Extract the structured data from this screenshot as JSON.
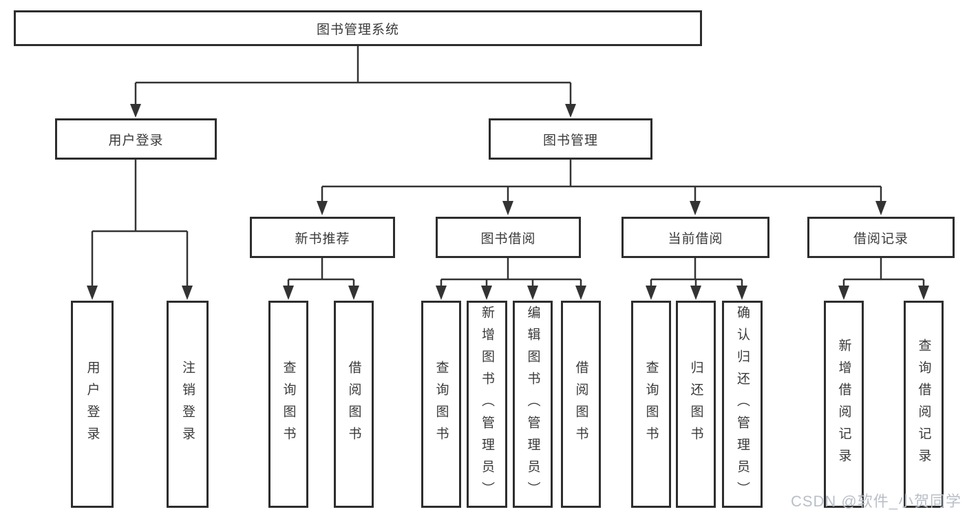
{
  "diagram": {
    "colors": {
      "line": "#333333",
      "box_border": "#2d2d2d",
      "text": "#3a3a3a",
      "watermark": "#b9bfc7"
    },
    "watermark": "CSDN @软件_小贺同学",
    "tree": {
      "label": "图书管理系统",
      "children": [
        {
          "label": "用户登录",
          "children": [
            {
              "label": "用户登录"
            },
            {
              "label": "注销登录"
            }
          ]
        },
        {
          "label": "图书管理",
          "children": [
            {
              "label": "新书推荐",
              "children": [
                {
                  "label": "查询图书"
                },
                {
                  "label": "借阅图书"
                }
              ]
            },
            {
              "label": "图书借阅",
              "children": [
                {
                  "label": "查询图书"
                },
                {
                  "label": "新增图书（管理员）"
                },
                {
                  "label": "编辑图书（管理员）"
                },
                {
                  "label": "借阅图书"
                }
              ]
            },
            {
              "label": "当前借阅",
              "children": [
                {
                  "label": "查询图书"
                },
                {
                  "label": "归还图书"
                },
                {
                  "label": "确认归还（管理员）"
                }
              ]
            },
            {
              "label": "借阅记录",
              "children": [
                {
                  "label": "新增借阅记录"
                },
                {
                  "label": "查询借阅记录"
                }
              ]
            }
          ]
        }
      ]
    }
  }
}
